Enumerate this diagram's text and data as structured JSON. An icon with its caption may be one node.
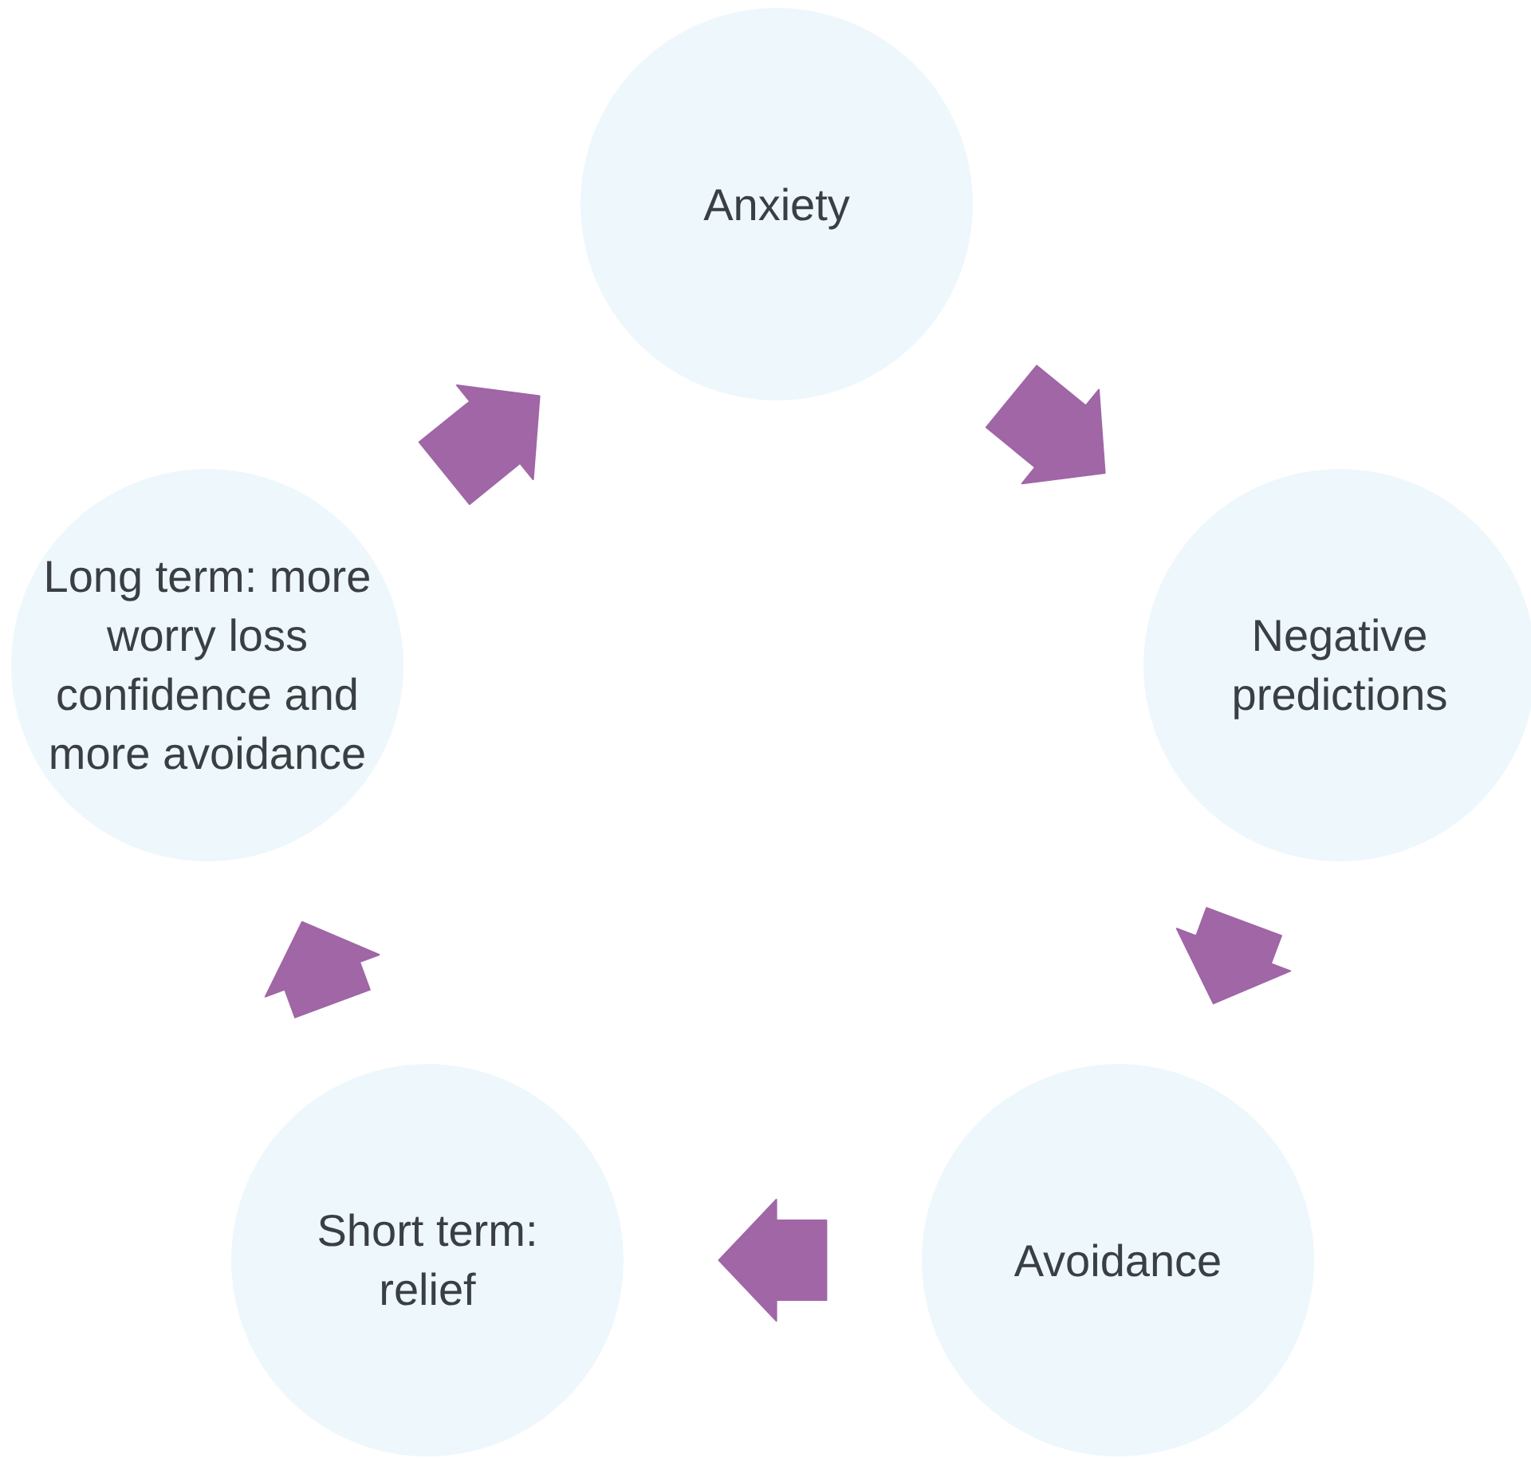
{
  "diagram": {
    "nodes": [
      {
        "text": [
          "Anxiety"
        ]
      },
      {
        "text": [
          "Negative predictions"
        ]
      },
      {
        "text": [
          "Avoidance"
        ]
      },
      {
        "text": [
          "Short term: relief"
        ]
      },
      {
        "text": [
          "Long term: more worry loss confidence and more avoidance"
        ]
      }
    ],
    "edges": [
      {
        "from": 0,
        "to": 1,
        "arrow": "to"
      },
      {
        "from": 1,
        "to": 2,
        "arrow": "to"
      },
      {
        "from": 2,
        "to": 3,
        "arrow": "to"
      },
      {
        "from": 3,
        "to": 4,
        "arrow": "to"
      },
      {
        "from": 4,
        "to": 0,
        "arrow": "to"
      }
    ]
  }
}
